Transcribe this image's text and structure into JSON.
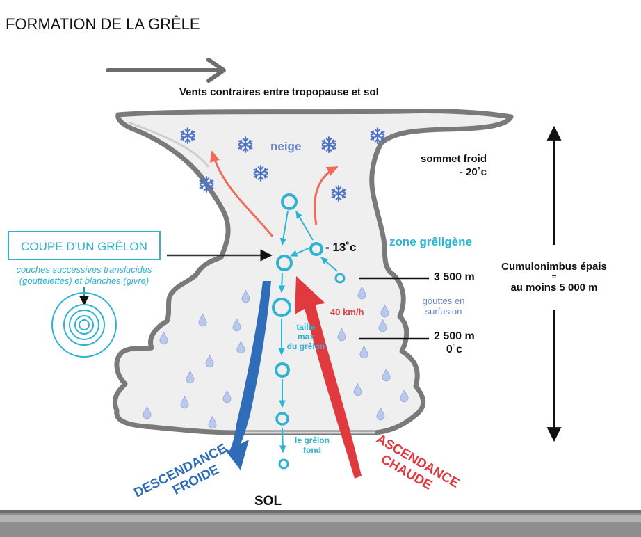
{
  "title": "FORMATION DE LA GRÊLE",
  "wind_label": "Vents contraires entre tropopause et sol",
  "neige_label": "neige",
  "sommet": {
    "line1": "sommet froid",
    "line2": "- 20˚c"
  },
  "temp_13": "- 13˚c",
  "zone_label": "zone grêligène",
  "coupe": {
    "title": "COUPE D'UN GRÊLON",
    "line1": "couches successives translucides",
    "line2": "(gouttelettes) et blanches (givre)"
  },
  "altitudes": {
    "a3500": "3 500 m",
    "a2500": "2 500 m",
    "zero": "0˚c"
  },
  "gouttes": {
    "line1": "gouttes en",
    "line2": "surfusion"
  },
  "speed_label": "40 km/h",
  "taille": {
    "line1": "taille",
    "line2": "max",
    "line3": "du grêlon"
  },
  "fond": {
    "line1": "le grêlon",
    "line2": "fond"
  },
  "cumulo": {
    "line1": "Cumulonimbus épais",
    "line2": "=",
    "line3": "au moins 5 000 m"
  },
  "descendance": {
    "line1": "DESCENDANCE",
    "line2": "FROIDE"
  },
  "ascendance": {
    "line1": "ASCENDANCE",
    "line2": "CHAUDE"
  },
  "sol_label": "SOL",
  "colors": {
    "cloud_fill": "#efefef",
    "cloud_outline": "#7a7a7a",
    "hail_blue": "#2fb3d3",
    "down_blue": "#2f6db8",
    "up_red": "#e03a3e",
    "label_blue": "#6a86c9",
    "ground": "#8e8e8e"
  }
}
